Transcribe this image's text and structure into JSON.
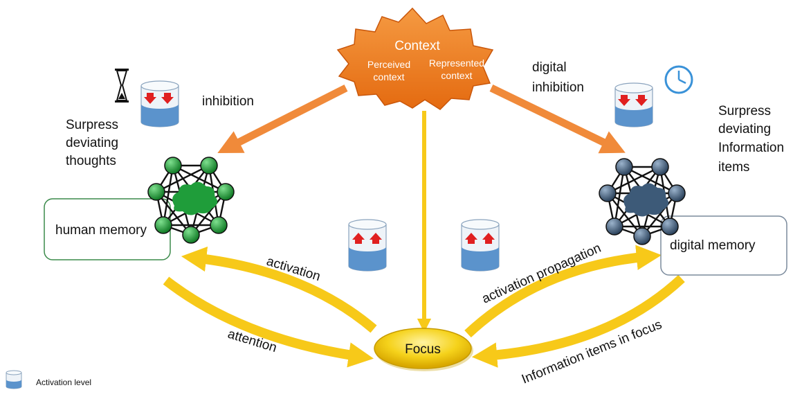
{
  "context": {
    "title": "Context",
    "perceived_line1": "Perceived",
    "perceived_line2": "context",
    "represented_line1": "Represented",
    "represented_line2": "context"
  },
  "left": {
    "inhibition": "inhibition",
    "surpress_line1": "Surpress",
    "surpress_line2": "deviating",
    "surpress_line3": "thoughts",
    "memory": "human memory",
    "network_color": "#1f9d3a"
  },
  "right": {
    "inhibition_line1": "digital",
    "inhibition_line2": "inhibition",
    "surpress_line1": "Surpress",
    "surpress_line2": "deviating",
    "surpress_line3": "Information",
    "surpress_line4": "items",
    "memory": "digital memory",
    "network_color": "#3d5a78"
  },
  "arrows": {
    "activation": "activation",
    "attention": "attention",
    "activation_propagation": "activation propagation",
    "information_items_in_focus": "Information items in focus"
  },
  "focus": {
    "label": "Focus"
  },
  "legend": {
    "label": "Activation level"
  },
  "colors": {
    "context_fill": "#f07e1d",
    "orange_arrow": "#f08a3a",
    "yellow_arrow": "#f7c919",
    "focus_fill": "#f5d21b",
    "water": "#5b93cc",
    "down_arrow": "#e02020"
  }
}
